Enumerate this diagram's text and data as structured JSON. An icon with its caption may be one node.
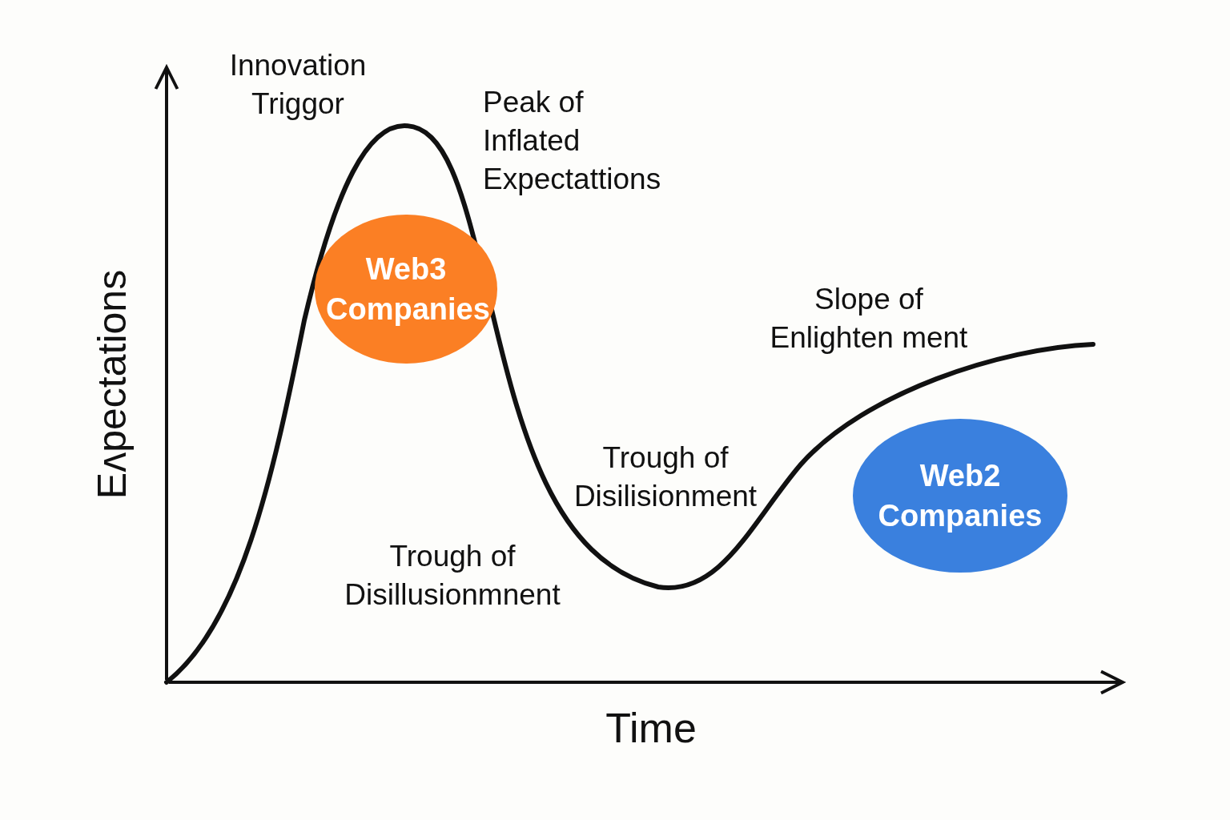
{
  "diagram": {
    "nodes": [
      {
        "text": [
          "Web3 Companies"
        ]
      },
      {
        "text": [
          "Web2 Companies"
        ]
      }
    ],
    "labels": [
      "Innovation Triggor",
      "Peak of Inflated Expectattions",
      "Eʌpectations",
      "Slope of Enlighten ment",
      "Trough of Disilisionment",
      "Trough of Disillusionmnent",
      "Time"
    ]
  }
}
